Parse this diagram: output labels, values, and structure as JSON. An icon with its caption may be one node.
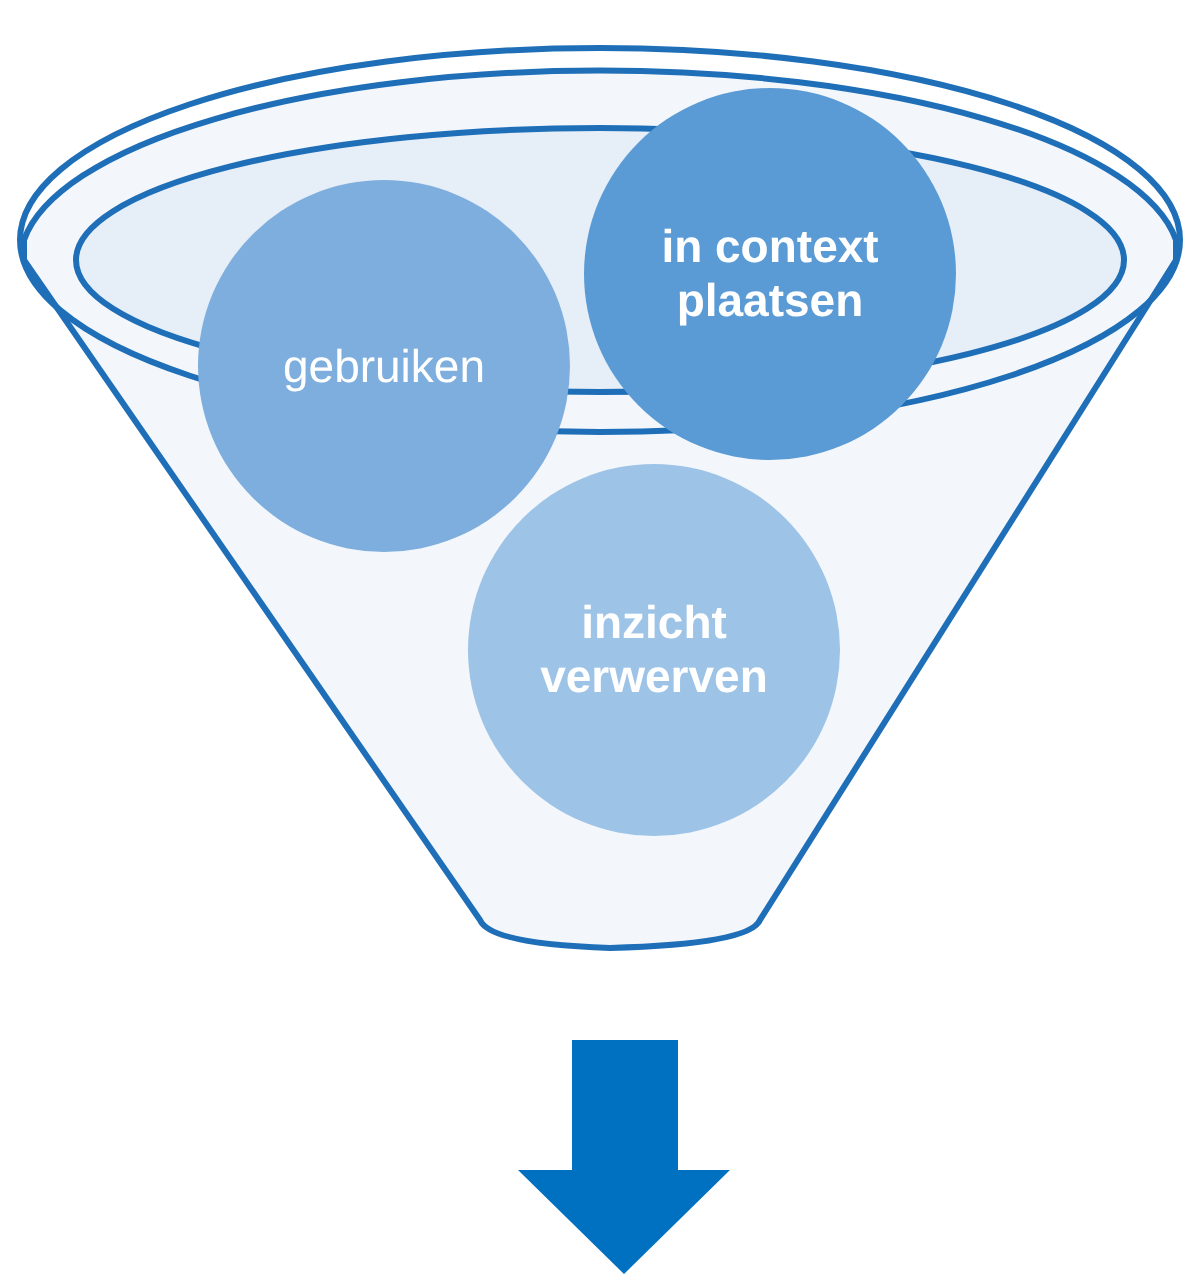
{
  "diagram": {
    "nodes": [
      {
        "text": [],
        "shape": "funnel"
      },
      {
        "text": [
          "gebruiken"
        ],
        "in": 0
      },
      {
        "text": [
          "in context plaatsen"
        ],
        "in": 0
      },
      {
        "text": [
          "inzicht verwerven"
        ],
        "in": 0
      }
    ]
  }
}
